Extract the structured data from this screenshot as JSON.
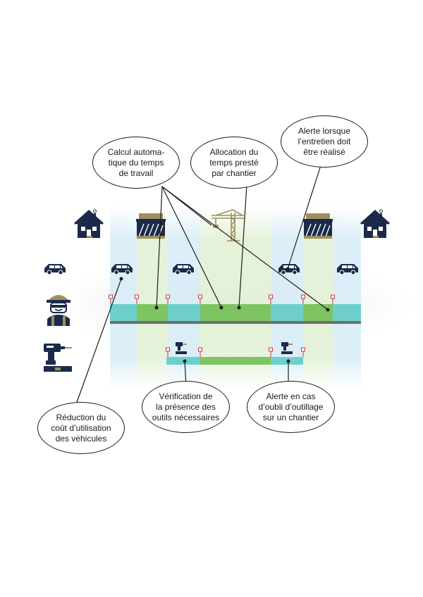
{
  "callouts": {
    "calcul_temps": "Calcul automa-\ntique du temps\nde travail",
    "allocation_temps": "Allocation du\ntemps presté\npar chantier",
    "alerte_entretien": "Alerte lorsque\nl’entretien doit\nêtre réalisé",
    "verification_outils": "Vérification de\nla présence des\noutils nécessaires",
    "alerte_oubli": "Alerte en cas\nd’oubli d’outillage\nsur un chantier",
    "reduction_cout": "Réduction du\ncoût d’utilisation\ndes véhicules"
  },
  "icons": {
    "home": "house-icon",
    "worksite": "building-site-icon",
    "crane": "crane-icon",
    "vehicle": "van-icon",
    "worker": "worker-icon",
    "tools": "drill-and-level-icon"
  },
  "colors": {
    "navy": "#1b2a4a",
    "gold": "#a08f5e",
    "teal": "#6dcfcb",
    "green": "#7ec462",
    "track": "#6a6f76",
    "marker": "#cc3a3a",
    "blue_band": "#d6ecf6",
    "green_band": "#e3f1d6"
  }
}
